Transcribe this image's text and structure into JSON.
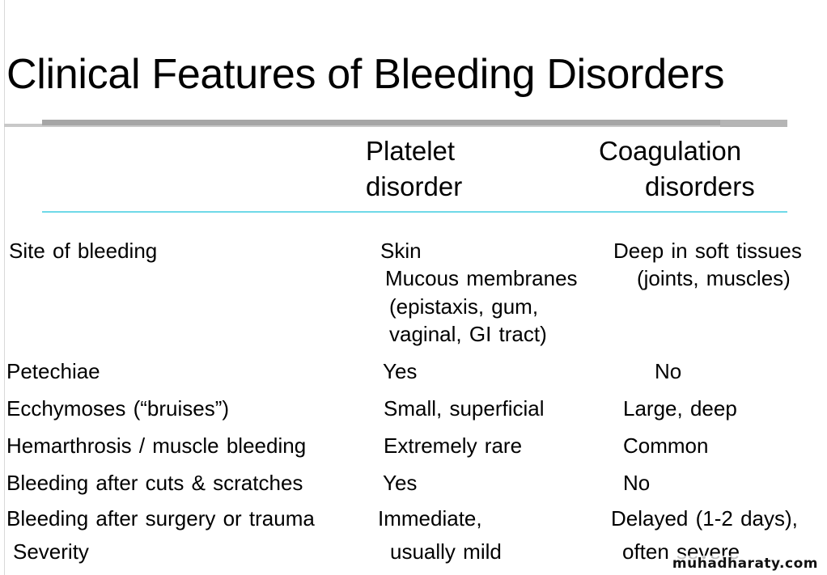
{
  "slide": {
    "title": "Clinical Features of Bleeding Disorders",
    "headers": {
      "col2_line1": "Platelet",
      "col2_line2": "disorder",
      "col3_line1": "Coagulation",
      "col3_line2": "disorders"
    },
    "rows": [
      {
        "feature": "Site of bleeding",
        "platelet": [
          "Skin",
          "Mucous membranes",
          "(epistaxis, gum,",
          "vaginal, GI tract)"
        ],
        "coagulation": [
          "Deep in soft tissues",
          "(joints, muscles)"
        ]
      },
      {
        "feature": "Petechiae",
        "platelet": [
          "Yes"
        ],
        "coagulation": [
          "No"
        ]
      },
      {
        "feature": "Ecchymoses (“bruises”)",
        "platelet": [
          "Small, superficial"
        ],
        "coagulation": [
          "Large, deep"
        ]
      },
      {
        "feature": "Hemarthrosis / muscle bleeding",
        "platelet": [
          "Extremely rare"
        ],
        "coagulation": [
          "Common"
        ]
      },
      {
        "feature": "Bleeding after cuts & scratches",
        "platelet": [
          "Yes"
        ],
        "coagulation": [
          "No"
        ]
      },
      {
        "feature": "Bleeding after surgery or trauma",
        "platelet": [
          "Immediate,"
        ],
        "coagulation": [
          "Delayed (1-2 days),"
        ]
      },
      {
        "feature": "Severity",
        "platelet": [
          "usually mild"
        ],
        "coagulation": [
          "often severe"
        ]
      }
    ],
    "watermark": "muhadharaty.com"
  }
}
